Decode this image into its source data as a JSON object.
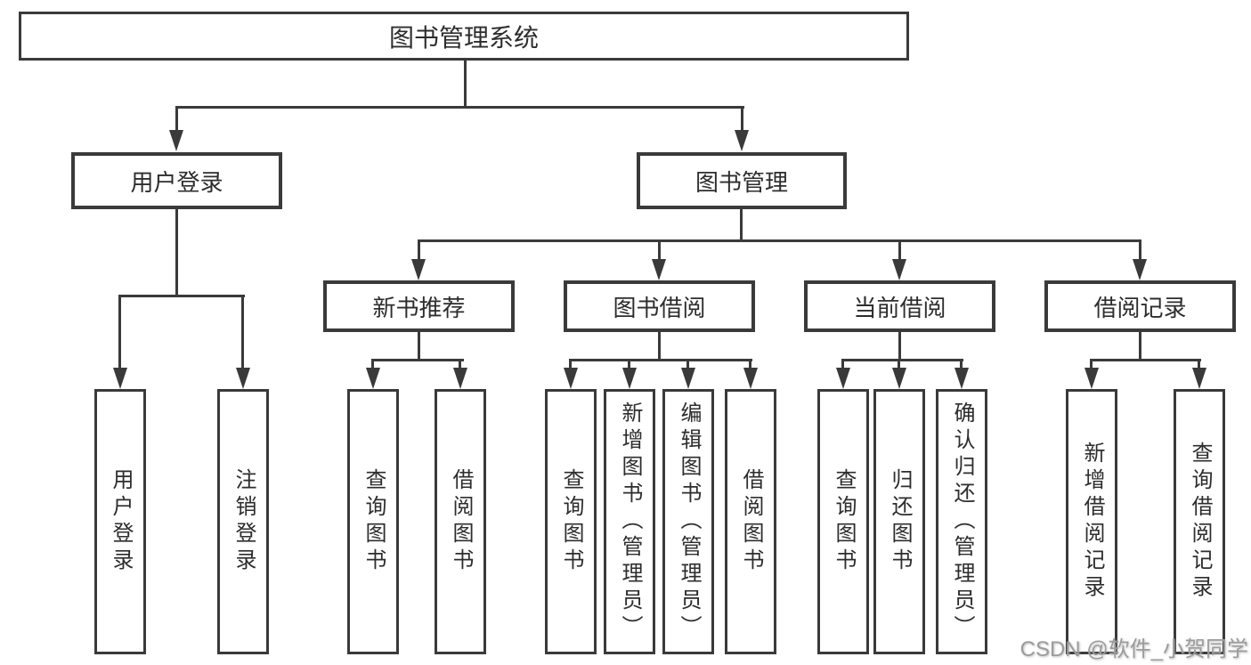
{
  "diagram": {
    "title": "图书管理系统",
    "root": {
      "label": "图书管理系统"
    },
    "branches": [
      {
        "label": "用户登录",
        "children": [
          {
            "label": "用户登录"
          },
          {
            "label": "注销登录"
          }
        ]
      },
      {
        "label": "图书管理",
        "children": [
          {
            "label": "新书推荐",
            "children": [
              {
                "label": "查询图书"
              },
              {
                "label": "借阅图书"
              }
            ]
          },
          {
            "label": "图书借阅",
            "children": [
              {
                "label": "查询图书"
              },
              {
                "label": "新增图书（管理员）"
              },
              {
                "label": "编辑图书（管理员）"
              },
              {
                "label": "借阅图书"
              }
            ]
          },
          {
            "label": "当前借阅",
            "children": [
              {
                "label": "查询图书"
              },
              {
                "label": "归还图书"
              },
              {
                "label": "确认归还（管理员）"
              }
            ]
          },
          {
            "label": "借阅记录",
            "children": [
              {
                "label": "新增借阅记录"
              },
              {
                "label": "查询借阅记录"
              }
            ]
          }
        ]
      }
    ]
  },
  "watermark": {
    "text": "CSDN @软件_小贺同学"
  },
  "colors": {
    "line": "#3a3a3a",
    "text": "#2d2d2d",
    "watermark": "#9c9c9c",
    "background": "#ffffff"
  }
}
